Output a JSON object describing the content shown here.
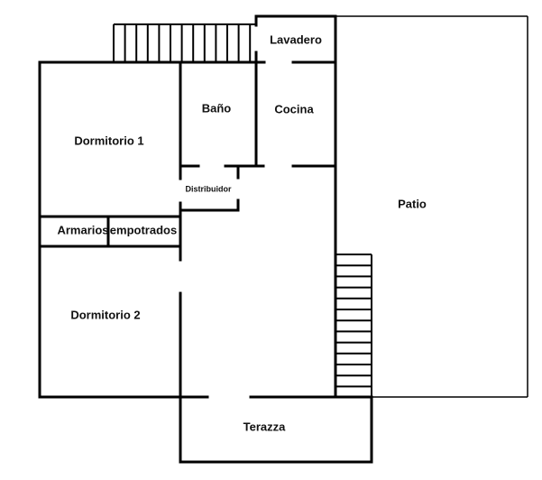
{
  "rooms": {
    "lavadero": "Lavadero",
    "bano": "Baño",
    "cocina": "Cocina",
    "dormitorio1": "Dormitorio 1",
    "distribuidor": "Distribuidor",
    "armarios": "Armarios",
    "empotrados": "empotrados",
    "patio": "Patio",
    "dormitorio2": "Dormitorio 2",
    "terazza": "Terazza"
  },
  "colors": {
    "walls": "#000000",
    "background": "#ffffff"
  }
}
